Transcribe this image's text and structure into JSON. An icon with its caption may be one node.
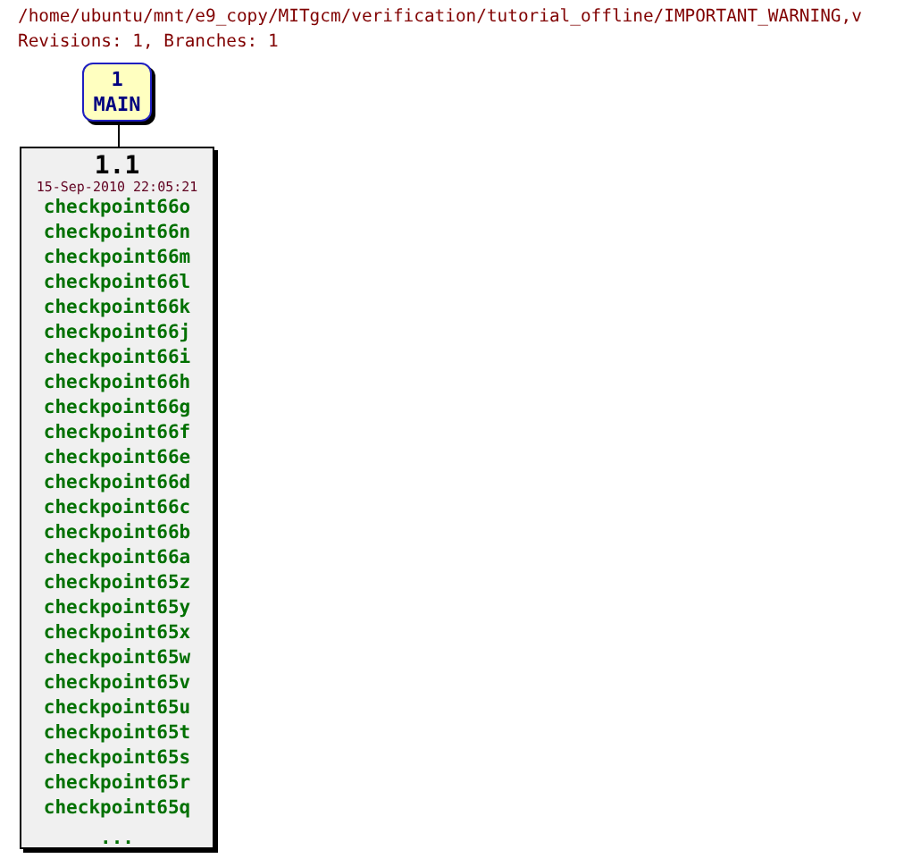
{
  "diagram": {
    "title": "/home/ubuntu/mnt/e9_copy/MITgcm/verification/tutorial_offline/IMPORTANT_WARNING,v",
    "nodes": [
      {
        "text": [
          "1",
          "MAIN"
        ]
      },
      {
        "text": [
          "1.1",
          "15-Sep-2010 22:05:21",
          "checkpoint66o",
          "checkpoint66n",
          "checkpoint66m",
          "checkpoint66l",
          "checkpoint66k",
          "checkpoint66j",
          "checkpoint66i",
          "checkpoint66h",
          "checkpoint66g",
          "checkpoint66f",
          "checkpoint66e",
          "checkpoint66d",
          "checkpoint66c",
          "checkpoint66b",
          "checkpoint66a",
          "checkpoint65z",
          "checkpoint65y",
          "checkpoint65x",
          "checkpoint65w",
          "checkpoint65v",
          "checkpoint65u",
          "checkpoint65t",
          "checkpoint65s",
          "checkpoint65r",
          "checkpoint65q",
          "..."
        ]
      }
    ],
    "edges": [
      {
        "from": 0,
        "to": 1,
        "arrow": "none"
      }
    ],
    "labels": [
      "Revisions: 1, Branches: 1"
    ]
  }
}
